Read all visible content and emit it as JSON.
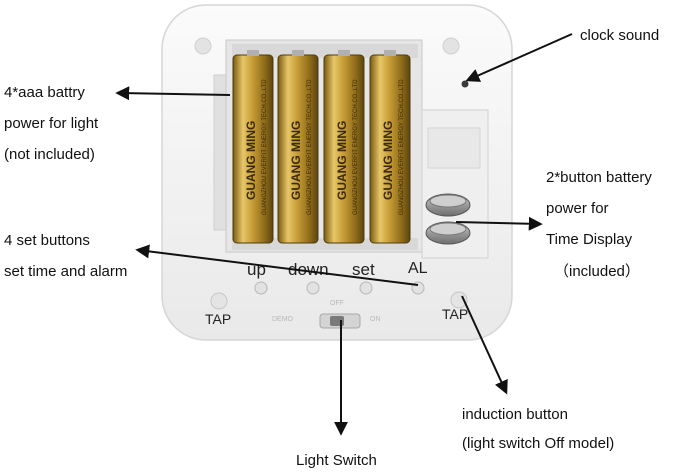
{
  "device": {
    "button_labels": {
      "up": "up",
      "down": "down",
      "set": "set",
      "al": "AL"
    },
    "tap_left": "TAP",
    "tap_right": "TAP",
    "switch_off": "OFF",
    "switch_demo": "DEMO",
    "switch_on": "ON",
    "battery_brand": "GUANG MING",
    "battery_maker": "GUANGZHOU EVERFIT ENERGY TECH.CO.,LTD",
    "battery_count": 4,
    "button_cell_count": 2
  },
  "callouts": {
    "clock_sound": "clock sound",
    "aaa_line1": "4*aaa battry",
    "aaa_line2": "power for light",
    "aaa_line3": "(not included)",
    "button_batt_line1": "2*button battery",
    "button_batt_line2": "power for",
    "button_batt_line3": "Time Display",
    "button_batt_line4": "（included）",
    "set_buttons_line1": "4 set buttons",
    "set_buttons_line2": "set time and alarm",
    "induction_line1": "induction button",
    "induction_line2": "(light switch Off model)",
    "light_switch": "Light Switch"
  },
  "colors": {
    "body": "#f4f4f4",
    "compartment": "#e6e6e6",
    "battery_gold": "#c9a646",
    "battery_dark": "#5a4410",
    "arrow": "#111111"
  }
}
